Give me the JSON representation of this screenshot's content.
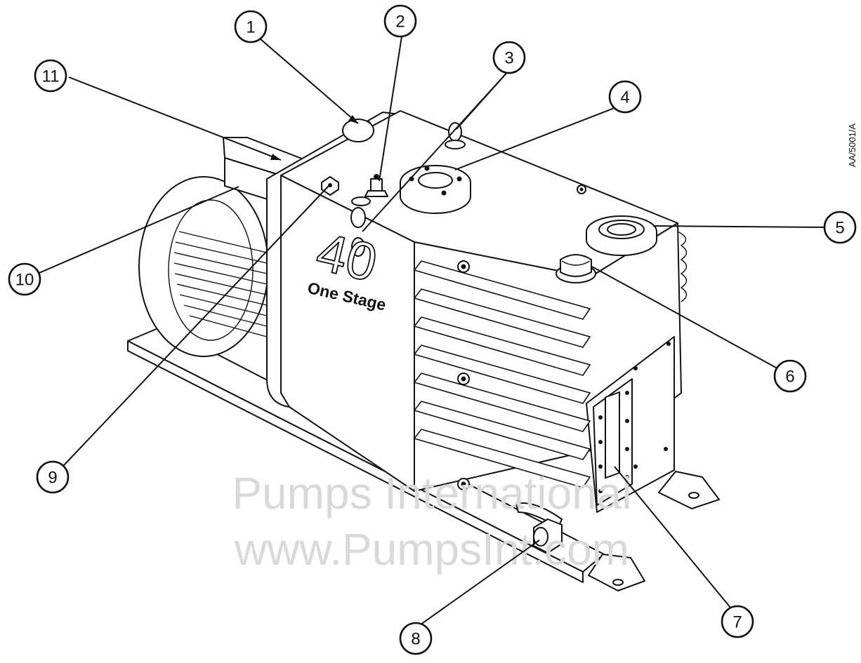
{
  "drawing_ref": "AA/5001/A",
  "model_number": "40",
  "model_type": "One Stage",
  "watermark": {
    "line1": "Pumps International",
    "line2": "www.PumpsInt.com"
  },
  "callouts": [
    "1",
    "2",
    "3",
    "4",
    "5",
    "6",
    "7",
    "8",
    "9",
    "10",
    "11"
  ]
}
